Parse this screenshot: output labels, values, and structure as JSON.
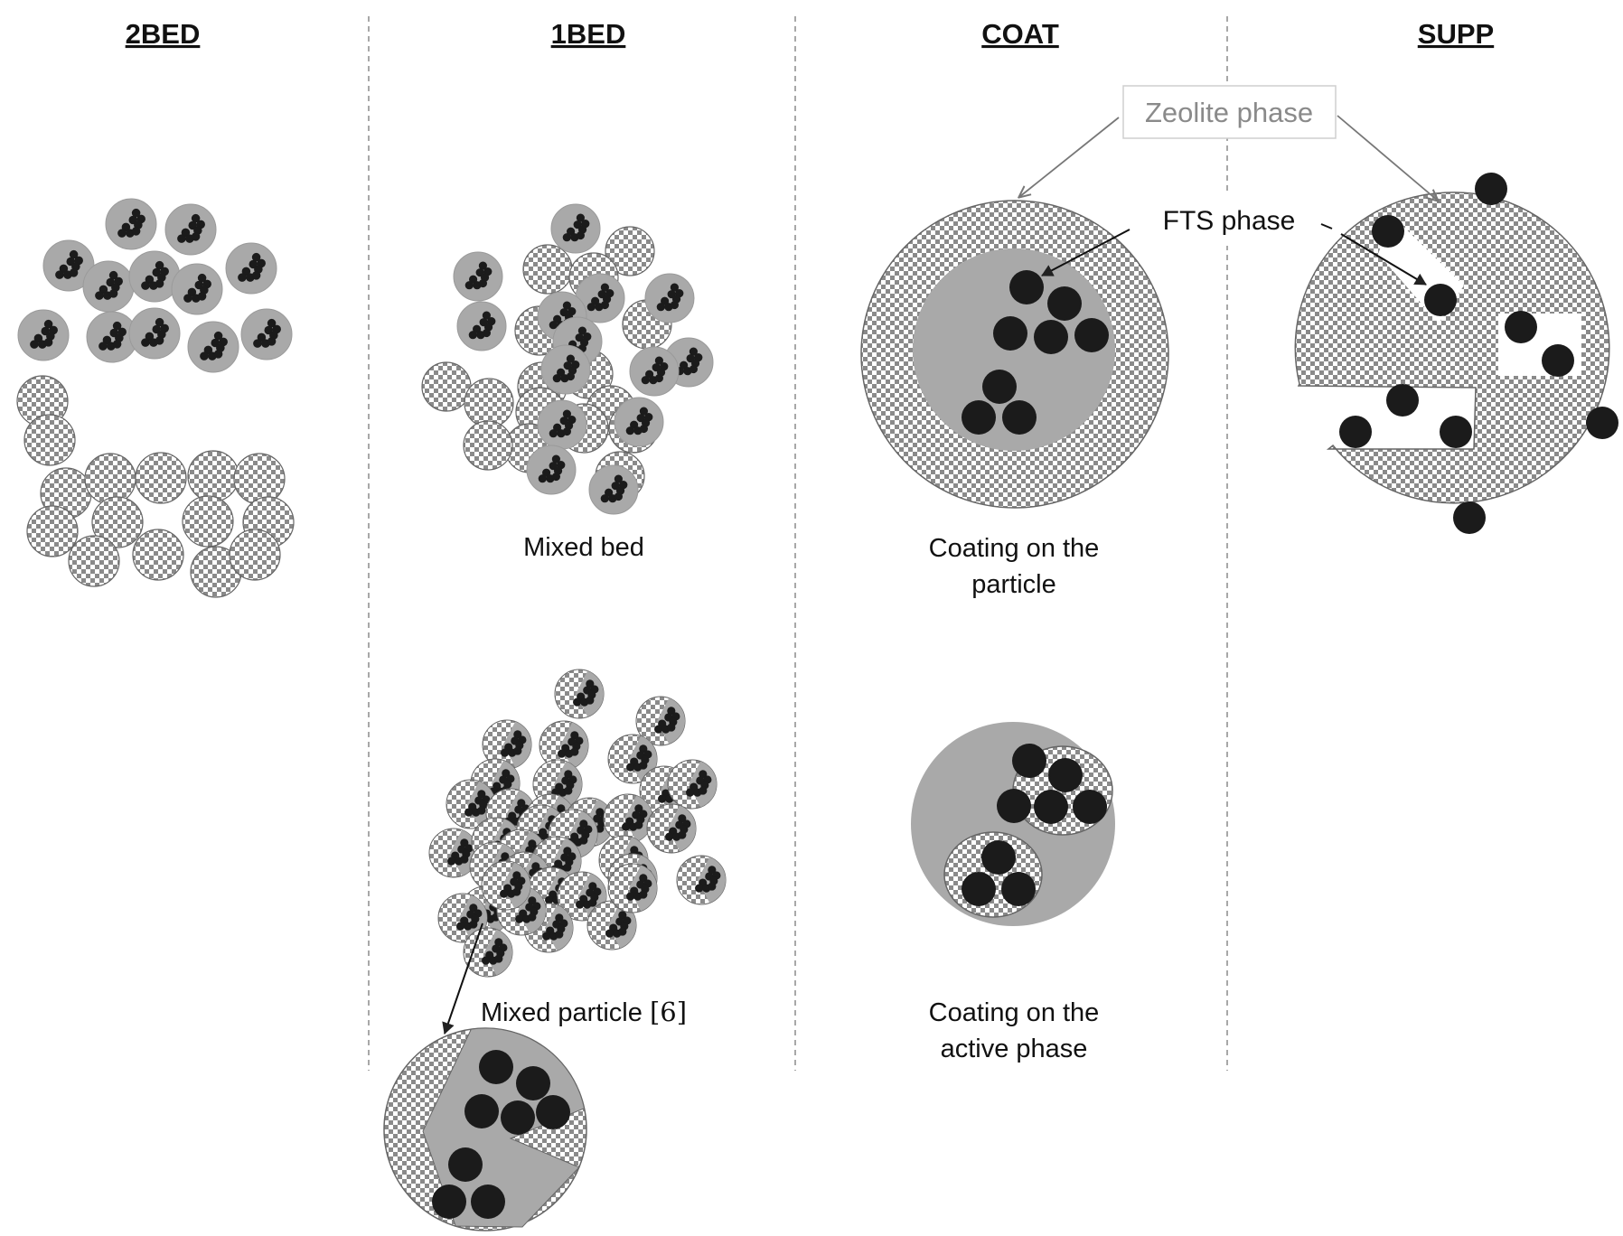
{
  "columns": {
    "2bed": {
      "title": "2BED"
    },
    "1bed": {
      "title": "1BED"
    },
    "coat": {
      "title": "COAT"
    },
    "supp": {
      "title": "SUPP"
    }
  },
  "captions": {
    "mixed_bed": "Mixed bed",
    "mixed_particle": "Mixed particle ",
    "mixed_particle_ref": "[6]",
    "coat_particle_1": "Coating on the",
    "coat_particle_2": "particle",
    "coat_active_1": "Coating on the",
    "coat_active_2": "active phase"
  },
  "callouts": {
    "zeolite": "Zeolite phase",
    "fts": "FTS phase"
  },
  "colors": {
    "background": "#ffffff",
    "fts_gray": "#a9a9a9",
    "active_black": "#1b1b1b",
    "zeolite_pattern_dark": "#8a8a8a",
    "zeolite_pattern_light": "#ffffff",
    "divider": "#8c8c8c",
    "callout_border": "#cfcfcf",
    "callout_text": "#8a8a8a"
  }
}
